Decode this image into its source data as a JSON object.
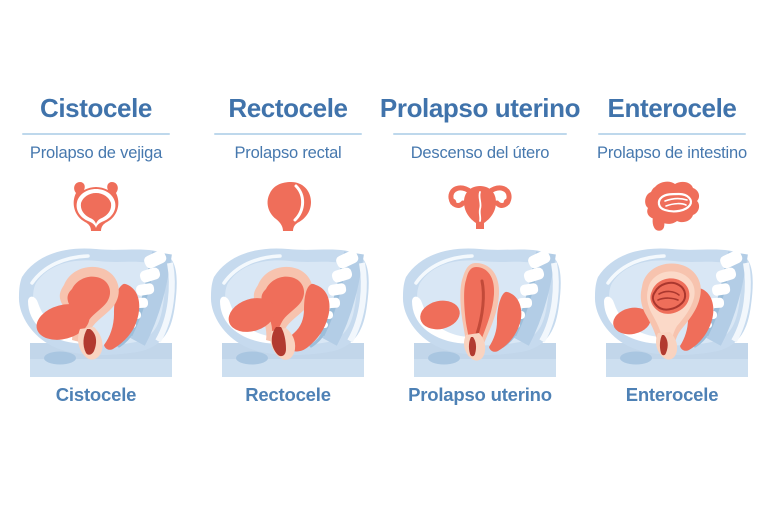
{
  "columns": [
    {
      "title": "Cistocele",
      "subtitle": "Prolapso de vejiga",
      "label": "Cistocele",
      "icon": "bladder-icon",
      "variant": "cystocele"
    },
    {
      "title": "Rectocele",
      "subtitle": "Prolapso rectal",
      "label": "Rectocele",
      "icon": "rectum-icon",
      "variant": "rectocele"
    },
    {
      "title": "Prolapso uterino",
      "subtitle": "Descenso del útero",
      "label": "Prolapso uterino",
      "icon": "uterus-icon",
      "variant": "uterine"
    },
    {
      "title": "Enterocele",
      "subtitle": "Prolapso de intestino",
      "label": "Enterocele",
      "icon": "intestine-icon",
      "variant": "enterocele"
    }
  ],
  "colors": {
    "title_text": "#4073ab",
    "subtitle_text": "#4678ae",
    "label_text": "#4e81b5",
    "underline": "#bed8ec",
    "organ_coral": "#ef6e5a",
    "organ_peach": "#f7c3ae",
    "organ_dark_red": "#b23a30",
    "pelvis_blue": "#c6daee",
    "pelvis_light_blue": "#d9e7f5",
    "background": "#ffffff"
  }
}
